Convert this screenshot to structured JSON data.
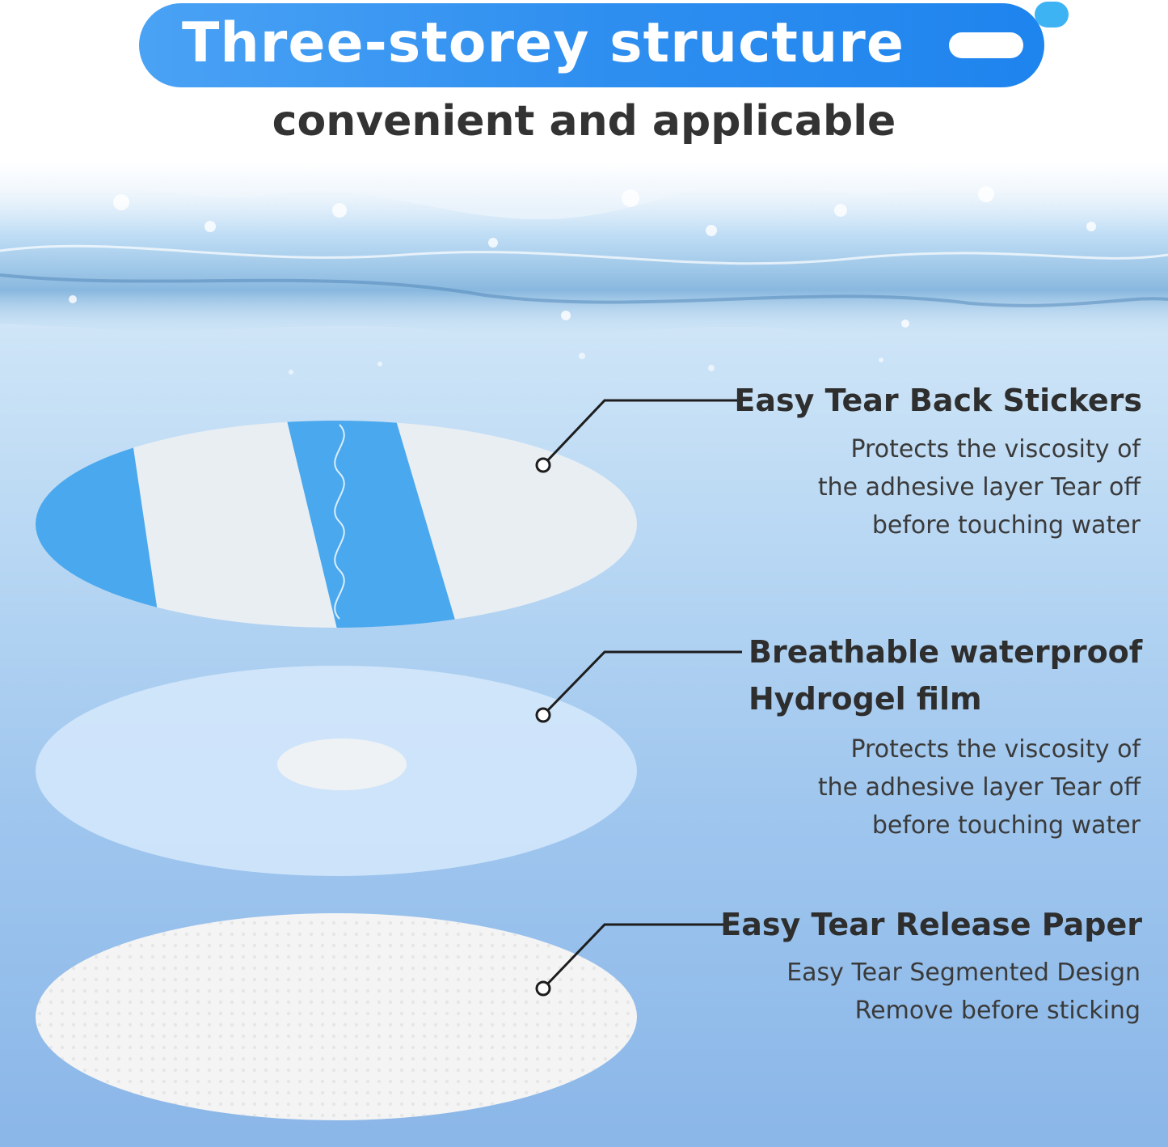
{
  "header": {
    "title": "Three-storey structure",
    "subtitle": "convenient and applicable"
  },
  "layers": [
    {
      "title_lines": [
        "Easy Tear Back Stickers"
      ],
      "desc_lines": [
        "Protects the viscosity of",
        "the adhesive layer Tear off",
        "before touching water"
      ]
    },
    {
      "title_lines": [
        "Breathable waterproof",
        "Hydrogel film"
      ],
      "desc_lines": [
        "Protects the viscosity of",
        "the adhesive layer Tear off",
        "before touching water"
      ]
    },
    {
      "title_lines": [
        "Easy Tear Release Paper"
      ],
      "desc_lines": [
        "Easy Tear Segmented Design",
        "Remove before sticking"
      ]
    }
  ],
  "colors": {
    "banner": "#2f8ff0",
    "accent_blue": "#4aa8ee",
    "text_dark": "#2e2e2e"
  }
}
